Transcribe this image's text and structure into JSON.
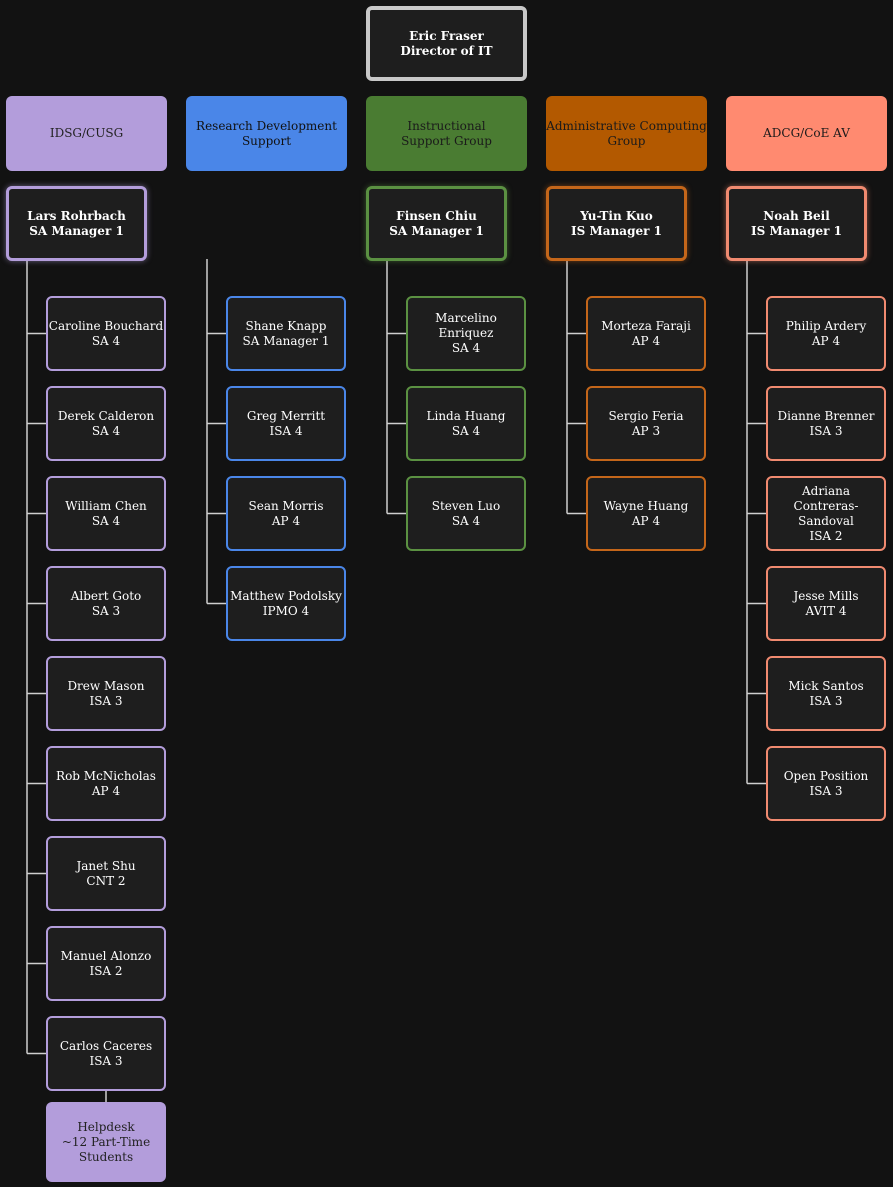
{
  "director": {
    "name": "Eric Fraser",
    "title": "Director of IT"
  },
  "colors": {
    "background": "#121212",
    "connector": "#cfcfcf",
    "director_border": "#c8c8c8"
  },
  "groups": [
    {
      "key": "idsg",
      "header": [
        "IDSG/CUSG"
      ],
      "header_bg": "#b39ddb",
      "header_fg": "#222222",
      "accent": "#b39ddb",
      "manager": {
        "name": "Lars Rohrbach",
        "title": "SA Manager 1"
      },
      "members": [
        {
          "name": "Caroline Bouchard",
          "title": "SA 4"
        },
        {
          "name": "Derek Calderon",
          "title": "SA 4"
        },
        {
          "name": "William Chen",
          "title": "SA 4"
        },
        {
          "name": "Albert Goto",
          "title": "SA 3"
        },
        {
          "name": "Drew Mason",
          "title": "ISA 3"
        },
        {
          "name": "Rob McNicholas",
          "title": "AP 4"
        },
        {
          "name": "Janet Shu",
          "title": "CNT 2"
        },
        {
          "name": "Manuel Alonzo",
          "title": "ISA 2"
        },
        {
          "name": "Carlos Caceres",
          "title": "ISA 3"
        }
      ],
      "helpdesk": [
        "Helpdesk",
        "~12 Part-Time",
        "Students"
      ]
    },
    {
      "key": "rds",
      "header": [
        "Research Development",
        "Support"
      ],
      "header_bg": "#4a86e8",
      "header_fg": "#111111",
      "accent": "#4a86e8",
      "manager": null,
      "members": [
        {
          "name": "Shane Knapp",
          "title": "SA Manager 1"
        },
        {
          "name": "Greg Merritt",
          "title": "ISA 4"
        },
        {
          "name": "Sean Morris",
          "title": "AP 4"
        },
        {
          "name": "Matthew Podolsky",
          "title": "IPMO 4"
        }
      ]
    },
    {
      "key": "isg",
      "header": [
        "Instructional",
        "Support Group"
      ],
      "header_bg": "#4a7c32",
      "header_fg": "#1a1a1a",
      "accent": "#5b9142",
      "manager": {
        "name": "Finsen Chiu",
        "title": "SA Manager 1"
      },
      "members": [
        {
          "name": "Marcelino Enriquez",
          "title": "SA 4"
        },
        {
          "name": "Linda Huang",
          "title": "SA 4"
        },
        {
          "name": "Steven Luo",
          "title": "SA 4"
        }
      ]
    },
    {
      "key": "acg",
      "header": [
        "Administrative Computing",
        "Group"
      ],
      "header_bg": "#b35900",
      "header_fg": "#1a1a1a",
      "accent": "#c4661a",
      "manager": {
        "name": "Yu-Tin Kuo",
        "title": "IS Manager 1"
      },
      "members": [
        {
          "name": "Morteza Faraji",
          "title": "AP 4"
        },
        {
          "name": "Sergio Feria",
          "title": "AP 3"
        },
        {
          "name": "Wayne Huang",
          "title": "AP 4"
        }
      ]
    },
    {
      "key": "adcg",
      "header": [
        "ADCG/CoE AV"
      ],
      "header_bg": "#ff8a70",
      "header_fg": "#1a1a1a",
      "accent": "#f08a70",
      "manager": {
        "name": "Noah Beil",
        "title": "IS Manager 1"
      },
      "members": [
        {
          "name": "Philip Ardery",
          "title": "AP 4"
        },
        {
          "name": "Dianne Brenner",
          "title": "ISA 3"
        },
        {
          "name": "Adriana Contreras-Sandoval",
          "title": "ISA 2",
          "name_lines": [
            "Adriana Contreras-",
            "Sandoval"
          ]
        },
        {
          "name": "Jesse Mills",
          "title": "AVIT 4"
        },
        {
          "name": "Mick Santos",
          "title": "ISA 3"
        },
        {
          "name": "Open Position",
          "title": "ISA 3"
        }
      ]
    }
  ]
}
